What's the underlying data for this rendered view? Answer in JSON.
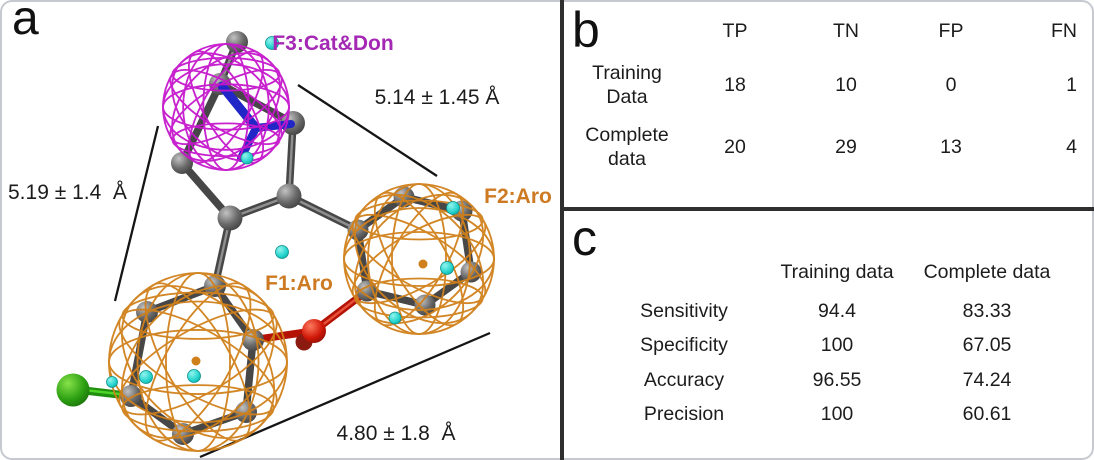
{
  "figure": {
    "panel_a": {
      "letter": "a",
      "feature_labels": {
        "f3": "F3:Cat&Don",
        "f2": "F2:Aro",
        "f1": "F1:Aro"
      },
      "distance_labels": {
        "f3_f2": "5.14 ± 1.45 Å",
        "f3_f1": "5.19 ± 1.4  Å",
        "f1_f2": "4.80 ± 1.8  Å"
      },
      "colors": {
        "cat_don_feature_mesh": "#c517cc",
        "cat_don_label": "#a428b4",
        "aro_feature_mesh": "#d0801a",
        "aro_label": "#cd7a22",
        "carbon_atom": "#4a4a4a",
        "chlorine_atom": "#2da012",
        "oxygen_atom": "#d01808",
        "nitrogen_feature": "#2326c6",
        "point_marker": "#2fd8d4"
      }
    },
    "panel_b": {
      "letter": "b",
      "columns": [
        "TP",
        "TN",
        "FP",
        "FN"
      ],
      "rows": [
        {
          "name": "Training Data",
          "values": [
            "18",
            "10",
            "0",
            "1"
          ]
        },
        {
          "name": "Complete data",
          "values": [
            "20",
            "29",
            "13",
            "4"
          ]
        }
      ]
    },
    "panel_c": {
      "letter": "c",
      "columns": [
        "Training data",
        "Complete data"
      ],
      "rows": [
        {
          "name": "Sensitivity",
          "values": [
            "94.4",
            "83.33"
          ]
        },
        {
          "name": "Specificity",
          "values": [
            "100",
            "67.05"
          ]
        },
        {
          "name": "Accuracy",
          "values": [
            "96.55",
            "74.24"
          ]
        },
        {
          "name": "Precision",
          "values": [
            "100",
            "60.61"
          ]
        }
      ]
    }
  }
}
